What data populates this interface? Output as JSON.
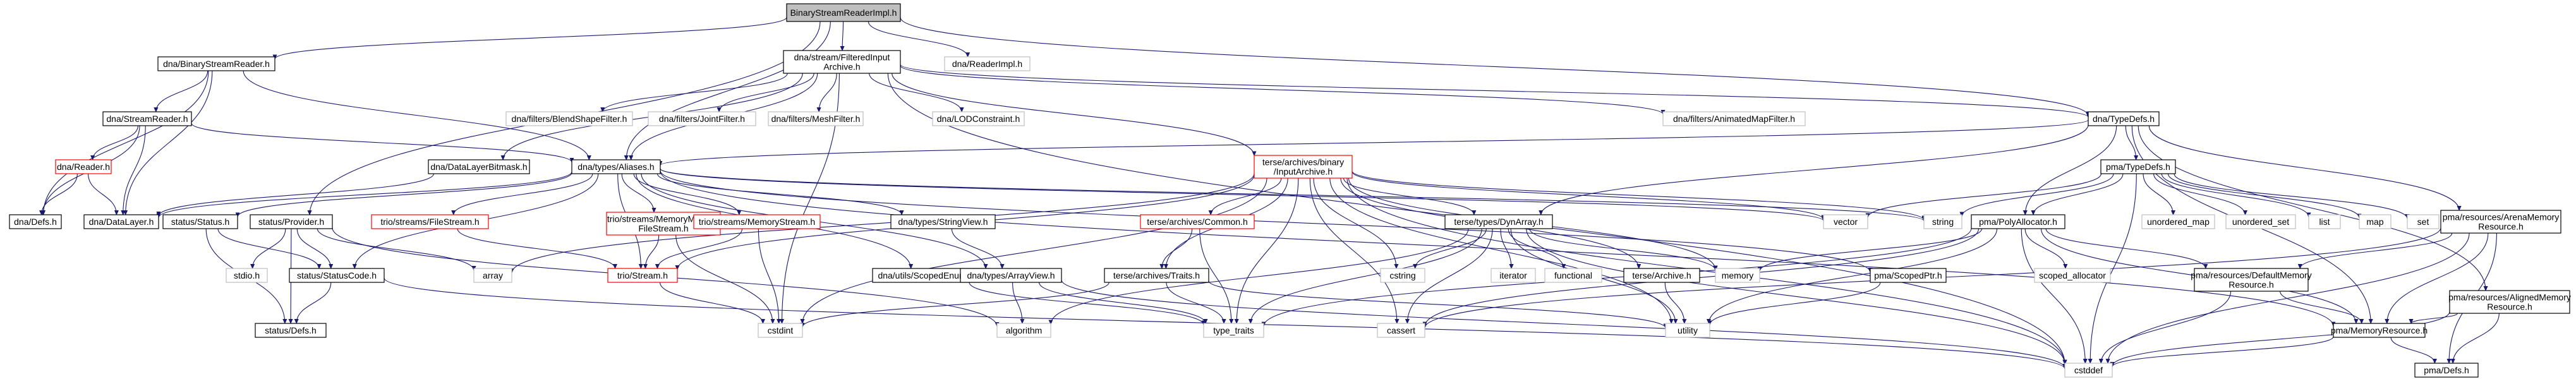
{
  "title": "BinaryStreamReaderImpl.h",
  "colors": {
    "edge": "#191970",
    "root_fill": "#bfbfbf",
    "missing_border": "#ff0000",
    "external_border": "#bfbfbf",
    "node_border": "#000000"
  },
  "nodes": [
    {
      "id": "root",
      "lines": [
        "BinaryStreamReaderImpl.h"
      ],
      "kind": "root"
    },
    {
      "id": "bsr",
      "lines": [
        "dna/BinaryStreamReader.h"
      ],
      "kind": "def"
    },
    {
      "id": "fia",
      "lines": [
        "dna/stream/FilteredInput",
        "Archive.h"
      ],
      "kind": "def"
    },
    {
      "id": "readerimpl",
      "lines": [
        "dna/ReaderImpl.h"
      ],
      "kind": "gray"
    },
    {
      "id": "sr",
      "lines": [
        "dna/StreamReader.h"
      ],
      "kind": "def"
    },
    {
      "id": "reader",
      "lines": [
        "dna/Reader.h"
      ],
      "kind": "red"
    },
    {
      "id": "defs",
      "lines": [
        "dna/Defs.h"
      ],
      "kind": "def"
    },
    {
      "id": "datalayer",
      "lines": [
        "dna/DataLayer.h"
      ],
      "kind": "def"
    },
    {
      "id": "blend",
      "lines": [
        "dna/filters/BlendShapeFilter.h"
      ],
      "kind": "gray"
    },
    {
      "id": "joint",
      "lines": [
        "dna/filters/JointFilter.h"
      ],
      "kind": "gray"
    },
    {
      "id": "mesh",
      "lines": [
        "dna/filters/MeshFilter.h"
      ],
      "kind": "gray"
    },
    {
      "id": "lod",
      "lines": [
        "dna/LODConstraint.h"
      ],
      "kind": "gray"
    },
    {
      "id": "animap",
      "lines": [
        "dna/filters/AnimatedMapFilter.h"
      ],
      "kind": "gray"
    },
    {
      "id": "typedefs",
      "lines": [
        "dna/TypeDefs.h"
      ],
      "kind": "def"
    },
    {
      "id": "bitmask",
      "lines": [
        "dna/DataLayerBitmask.h"
      ],
      "kind": "def"
    },
    {
      "id": "aliases",
      "lines": [
        "dna/types/Aliases.h"
      ],
      "kind": "def"
    },
    {
      "id": "terra_bia",
      "lines": [
        "terse/archives/binary",
        "/InputArchive.h"
      ],
      "kind": "red"
    },
    {
      "id": "pma_typedefs",
      "lines": [
        "pma/TypeDefs.h"
      ],
      "kind": "def"
    },
    {
      "id": "status_status",
      "lines": [
        "status/Status.h"
      ],
      "kind": "def"
    },
    {
      "id": "status_provider",
      "lines": [
        "status/Provider.h"
      ],
      "kind": "def"
    },
    {
      "id": "filestream",
      "lines": [
        "trio/streams/FileStream.h"
      ],
      "kind": "red"
    },
    {
      "id": "mmfs",
      "lines": [
        "trio/streams/MemoryMapped",
        "FileStream.h"
      ],
      "kind": "red"
    },
    {
      "id": "memstream",
      "lines": [
        "trio/streams/MemoryStream.h"
      ],
      "kind": "red"
    },
    {
      "id": "stringview",
      "lines": [
        "dna/types/StringView.h"
      ],
      "kind": "def"
    },
    {
      "id": "common",
      "lines": [
        "terse/archives/Common.h"
      ],
      "kind": "red"
    },
    {
      "id": "dynarray",
      "lines": [
        "terse/types/DynArray.h"
      ],
      "kind": "def"
    },
    {
      "id": "polyalloc",
      "lines": [
        "pma/PolyAllocator.h"
      ],
      "kind": "def"
    },
    {
      "id": "vector",
      "lines": [
        "vector"
      ],
      "kind": "gray"
    },
    {
      "id": "string",
      "lines": [
        "string"
      ],
      "kind": "gray"
    },
    {
      "id": "umap",
      "lines": [
        "unordered_map"
      ],
      "kind": "gray"
    },
    {
      "id": "uset",
      "lines": [
        "unordered_set"
      ],
      "kind": "gray"
    },
    {
      "id": "list",
      "lines": [
        "list"
      ],
      "kind": "gray"
    },
    {
      "id": "map",
      "lines": [
        "map"
      ],
      "kind": "gray"
    },
    {
      "id": "set",
      "lines": [
        "set"
      ],
      "kind": "gray"
    },
    {
      "id": "arena",
      "lines": [
        "pma/resources/ArenaMemory",
        "Resource.h"
      ],
      "kind": "def"
    },
    {
      "id": "aligned",
      "lines": [
        "pma/resources/AlignedMemory",
        "Resource.h"
      ],
      "kind": "def"
    },
    {
      "id": "stdio",
      "lines": [
        "stdio.h"
      ],
      "kind": "gray"
    },
    {
      "id": "statuscode",
      "lines": [
        "status/StatusCode.h"
      ],
      "kind": "def"
    },
    {
      "id": "array",
      "lines": [
        "array"
      ],
      "kind": "gray"
    },
    {
      "id": "triostream",
      "lines": [
        "trio/Stream.h"
      ],
      "kind": "red"
    },
    {
      "id": "scopedenum",
      "lines": [
        "dna/utils/ScopedEnumEx.h"
      ],
      "kind": "def"
    },
    {
      "id": "arrayview",
      "lines": [
        "dna/types/ArrayView.h"
      ],
      "kind": "def"
    },
    {
      "id": "traits",
      "lines": [
        "terse/archives/Traits.h"
      ],
      "kind": "def"
    },
    {
      "id": "cstring",
      "lines": [
        "cstring"
      ],
      "kind": "gray"
    },
    {
      "id": "iterator",
      "lines": [
        "iterator"
      ],
      "kind": "gray"
    },
    {
      "id": "functional",
      "lines": [
        "functional"
      ],
      "kind": "gray"
    },
    {
      "id": "archive",
      "lines": [
        "terse/Archive.h"
      ],
      "kind": "def"
    },
    {
      "id": "memory",
      "lines": [
        "memory"
      ],
      "kind": "gray"
    },
    {
      "id": "scopedptr",
      "lines": [
        "pma/ScopedPtr.h"
      ],
      "kind": "def"
    },
    {
      "id": "scopedalloc",
      "lines": [
        "scoped_allocator"
      ],
      "kind": "gray"
    },
    {
      "id": "defaultmem",
      "lines": [
        "pma/resources/DefaultMemory",
        "Resource.h"
      ],
      "kind": "def"
    },
    {
      "id": "statusdefs",
      "lines": [
        "status/Defs.h"
      ],
      "kind": "def"
    },
    {
      "id": "cstdint",
      "lines": [
        "cstdint"
      ],
      "kind": "gray"
    },
    {
      "id": "algorithm",
      "lines": [
        "algorithm"
      ],
      "kind": "gray"
    },
    {
      "id": "typetraits",
      "lines": [
        "type_traits"
      ],
      "kind": "gray"
    },
    {
      "id": "cassert",
      "lines": [
        "cassert"
      ],
      "kind": "gray"
    },
    {
      "id": "utility",
      "lines": [
        "utility"
      ],
      "kind": "gray"
    },
    {
      "id": "memres",
      "lines": [
        "pma/MemoryResource.h"
      ],
      "kind": "def"
    },
    {
      "id": "pmadefs",
      "lines": [
        "pma/Defs.h"
      ],
      "kind": "def"
    },
    {
      "id": "cstddef",
      "lines": [
        "cstddef"
      ],
      "kind": "gray"
    }
  ],
  "edges": [
    [
      "root",
      "bsr"
    ],
    [
      "root",
      "fia"
    ],
    [
      "root",
      "readerimpl"
    ],
    [
      "root",
      "typedefs"
    ],
    [
      "root",
      "aliases"
    ],
    [
      "root",
      "status_provider"
    ],
    [
      "bsr",
      "sr"
    ],
    [
      "bsr",
      "defs"
    ],
    [
      "bsr",
      "datalayer"
    ],
    [
      "bsr",
      "aliases"
    ],
    [
      "sr",
      "reader"
    ],
    [
      "sr",
      "defs"
    ],
    [
      "sr",
      "datalayer"
    ],
    [
      "sr",
      "aliases"
    ],
    [
      "reader",
      "defs"
    ],
    [
      "reader",
      "datalayer"
    ],
    [
      "fia",
      "blend"
    ],
    [
      "fia",
      "joint"
    ],
    [
      "fia",
      "mesh"
    ],
    [
      "fia",
      "lod"
    ],
    [
      "fia",
      "animap"
    ],
    [
      "fia",
      "typedefs"
    ],
    [
      "fia",
      "bitmask"
    ],
    [
      "fia",
      "aliases"
    ],
    [
      "fia",
      "terra_bia"
    ],
    [
      "fia",
      "cstdint"
    ],
    [
      "fia",
      "cstddef"
    ],
    [
      "bitmask",
      "datalayer"
    ],
    [
      "typedefs",
      "aliases"
    ],
    [
      "typedefs",
      "pma_typedefs"
    ],
    [
      "typedefs",
      "dynarray"
    ],
    [
      "typedefs",
      "polyalloc"
    ],
    [
      "typedefs",
      "arena"
    ],
    [
      "typedefs",
      "aligned"
    ],
    [
      "typedefs",
      "memres"
    ],
    [
      "aliases",
      "status_status"
    ],
    [
      "aliases",
      "statuscode"
    ],
    [
      "aliases",
      "filestream"
    ],
    [
      "aliases",
      "mmfs"
    ],
    [
      "aliases",
      "memstream"
    ],
    [
      "aliases",
      "triostream"
    ],
    [
      "aliases",
      "stringview"
    ],
    [
      "aliases",
      "arrayview"
    ],
    [
      "aliases",
      "scopedenum"
    ],
    [
      "aliases",
      "scopedptr"
    ],
    [
      "aliases",
      "memres"
    ],
    [
      "aliases",
      "vector"
    ],
    [
      "aliases",
      "string"
    ],
    [
      "aliases",
      "datalayer"
    ],
    [
      "terra_bia",
      "common"
    ],
    [
      "terra_bia",
      "traits"
    ],
    [
      "terra_bia",
      "dynarray"
    ],
    [
      "terra_bia",
      "archive"
    ],
    [
      "terra_bia",
      "triostream"
    ],
    [
      "terra_bia",
      "cstring"
    ],
    [
      "terra_bia",
      "cstdint"
    ],
    [
      "terra_bia",
      "array"
    ],
    [
      "terra_bia",
      "string"
    ],
    [
      "terra_bia",
      "vector"
    ],
    [
      "terra_bia",
      "memory"
    ],
    [
      "terra_bia",
      "typetraits"
    ],
    [
      "terra_bia",
      "cassert"
    ],
    [
      "terra_bia",
      "utility"
    ],
    [
      "terra_bia",
      "cstddef"
    ],
    [
      "pma_typedefs",
      "polyalloc"
    ],
    [
      "pma_typedefs",
      "vector"
    ],
    [
      "pma_typedefs",
      "string"
    ],
    [
      "pma_typedefs",
      "umap"
    ],
    [
      "pma_typedefs",
      "uset"
    ],
    [
      "pma_typedefs",
      "list"
    ],
    [
      "pma_typedefs",
      "map"
    ],
    [
      "pma_typedefs",
      "set"
    ],
    [
      "pma_typedefs",
      "cstddef"
    ],
    [
      "status_status",
      "statuscode"
    ],
    [
      "status_status",
      "statusdefs"
    ],
    [
      "status_provider",
      "statuscode"
    ],
    [
      "status_provider",
      "statusdefs"
    ],
    [
      "status_provider",
      "stdio"
    ],
    [
      "status_provider",
      "array"
    ],
    [
      "status_provider",
      "algorithm"
    ],
    [
      "statuscode",
      "statusdefs"
    ],
    [
      "statuscode",
      "cstddef"
    ],
    [
      "filestream",
      "triostream"
    ],
    [
      "mmfs",
      "triostream"
    ],
    [
      "mmfs",
      "cstdint"
    ],
    [
      "memstream",
      "triostream"
    ],
    [
      "memstream",
      "cstdint"
    ],
    [
      "triostream",
      "cstdint"
    ],
    [
      "stringview",
      "arrayview"
    ],
    [
      "arrayview",
      "cstddef"
    ],
    [
      "arrayview",
      "algorithm"
    ],
    [
      "arrayview",
      "typetraits"
    ],
    [
      "scopedenum",
      "typetraits"
    ],
    [
      "common",
      "traits"
    ],
    [
      "common",
      "typetraits"
    ],
    [
      "traits",
      "typetraits"
    ],
    [
      "traits",
      "utility"
    ],
    [
      "traits",
      "cstdint"
    ],
    [
      "dynarray",
      "cstring"
    ],
    [
      "dynarray",
      "iterator"
    ],
    [
      "dynarray",
      "functional"
    ],
    [
      "dynarray",
      "memory"
    ],
    [
      "dynarray",
      "typetraits"
    ],
    [
      "dynarray",
      "cassert"
    ],
    [
      "dynarray",
      "cstddef"
    ],
    [
      "dynarray",
      "utility"
    ],
    [
      "dynarray",
      "algorithm"
    ],
    [
      "archive",
      "utility"
    ],
    [
      "polyalloc",
      "scopedalloc"
    ],
    [
      "polyalloc",
      "memory"
    ],
    [
      "polyalloc",
      "defaultmem"
    ],
    [
      "polyalloc",
      "memres"
    ],
    [
      "polyalloc",
      "typetraits"
    ],
    [
      "polyalloc",
      "cassert"
    ],
    [
      "polyalloc",
      "cstddef"
    ],
    [
      "polyalloc",
      "utility"
    ],
    [
      "scopedptr",
      "utility"
    ],
    [
      "arena",
      "memres"
    ],
    [
      "arena",
      "defaultmem"
    ],
    [
      "arena",
      "pmadefs"
    ],
    [
      "arena",
      "cassert"
    ],
    [
      "arena",
      "cstddef"
    ],
    [
      "aligned",
      "memres"
    ],
    [
      "aligned",
      "pmadefs"
    ],
    [
      "aligned",
      "cstddef"
    ],
    [
      "defaultmem",
      "memres"
    ],
    [
      "defaultmem",
      "cstddef"
    ],
    [
      "memres",
      "pmadefs"
    ],
    [
      "memres",
      "cstddef"
    ]
  ]
}
